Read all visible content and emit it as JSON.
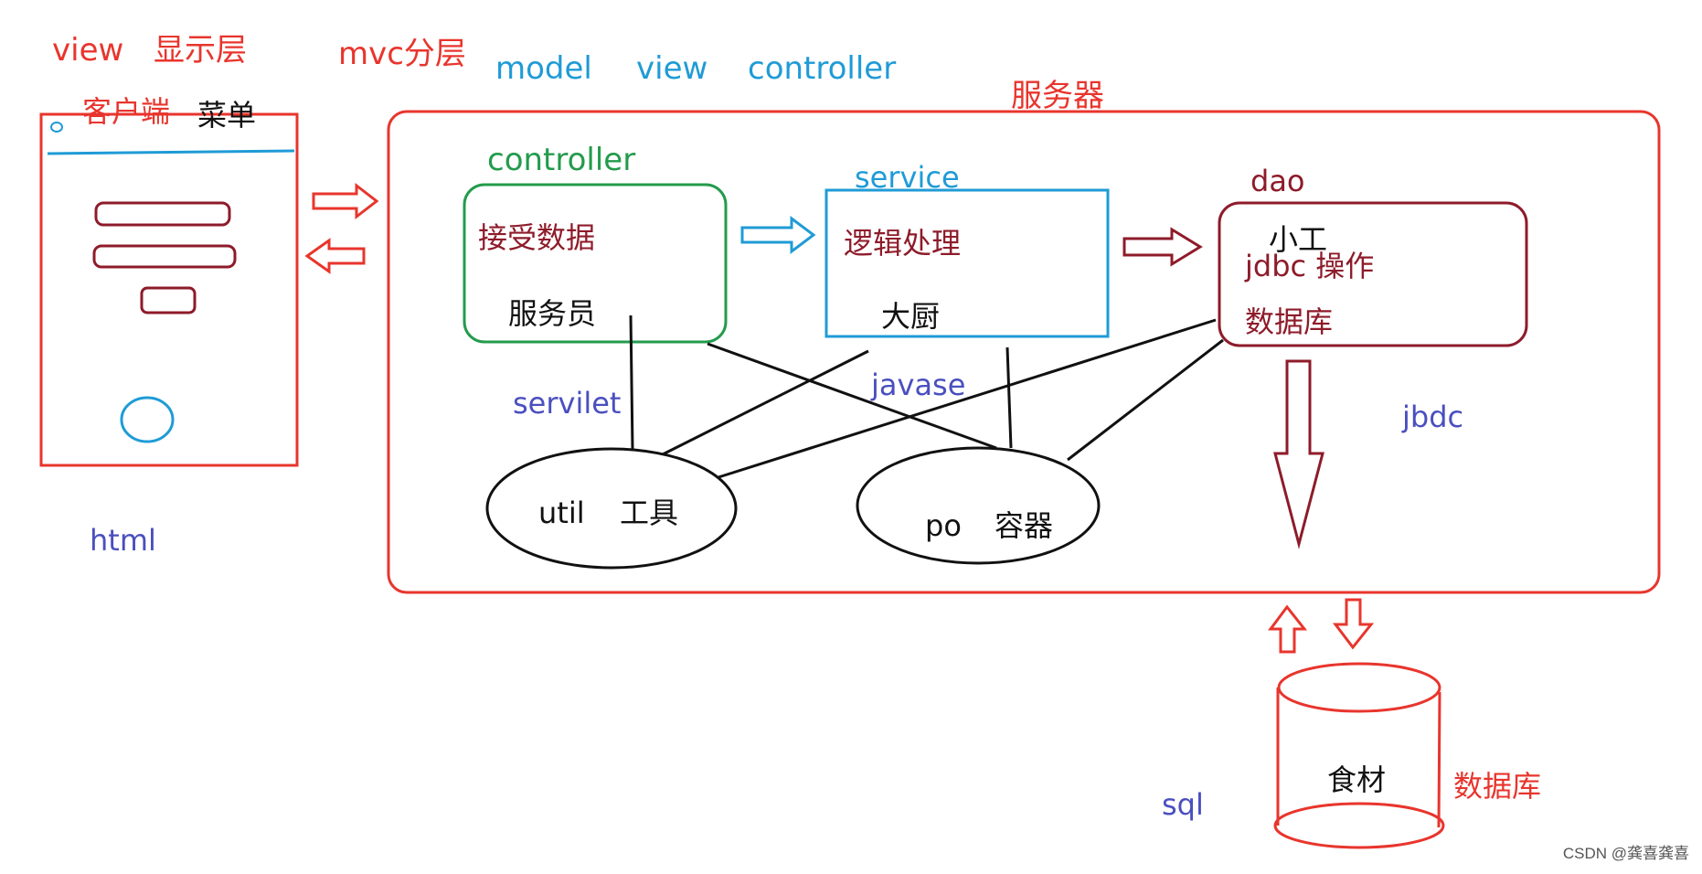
{
  "top_labels": {
    "view": "view",
    "display_layer": "显示层",
    "mvc_layers": "mvc分层",
    "model": "model",
    "view2": "view",
    "controller": "controller"
  },
  "client": {
    "label": "客户端",
    "menu_label": "菜单",
    "html_label": "html"
  },
  "server": {
    "label": "服务器",
    "controller": {
      "title": "controller",
      "line1": "接受数据",
      "line2": "服务员",
      "tech": "servilet"
    },
    "service": {
      "title": "service",
      "line1": "逻辑处理",
      "line2": "大厨",
      "tech": "javase"
    },
    "dao": {
      "title": "dao",
      "line1": "小工",
      "line2": "jdbc  操作",
      "line3": "数据库",
      "tech": "jbdc"
    },
    "util": {
      "label": "util",
      "sub": "工具"
    },
    "po": {
      "label": "po",
      "sub": "容器"
    }
  },
  "database": {
    "content": "食材",
    "label": "数据库",
    "sql": "sql"
  },
  "colors": {
    "red": "#e8352d",
    "blue": "#1f9bd6",
    "green": "#239b4c",
    "maroon": "#8e1b2a",
    "purple": "#4a4fbf",
    "black": "#111111"
  },
  "watermark": "CSDN @龚喜龚喜"
}
